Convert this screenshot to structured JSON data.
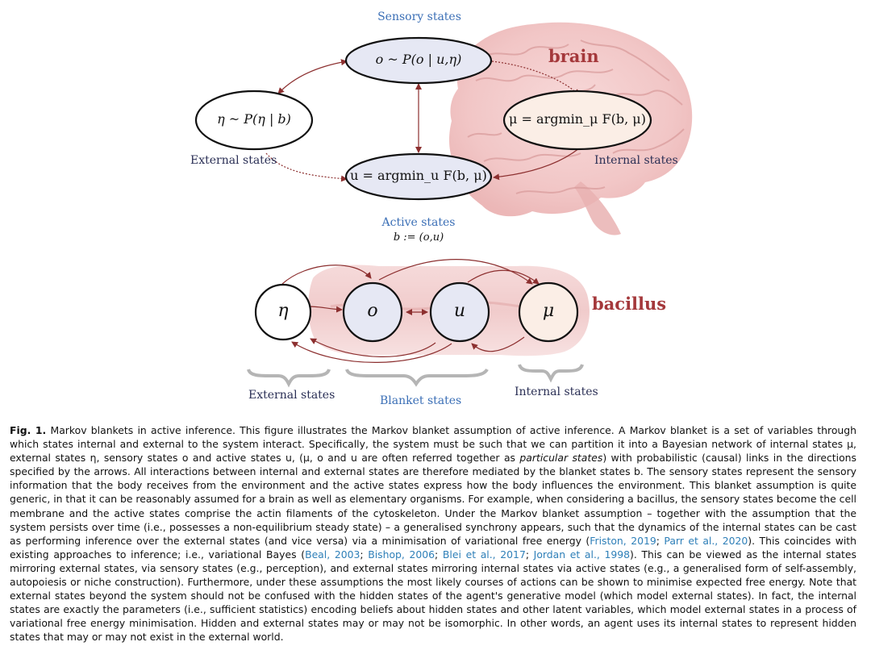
{
  "figure": {
    "top": {
      "sensory_label": "Sensory states",
      "brain_label": "brain",
      "external_label": "External states",
      "internal_label": "Internal states",
      "active_label": "Active states",
      "blanket_def": "b := (o,u)",
      "eq_sensory": "o ~ P(o | u,η)",
      "eq_external": "η ~ P(η | b)",
      "eq_internal": "μ = argmin_μ F(b, μ)",
      "eq_active": "u = argmin_u F(b, μ)"
    },
    "bottom": {
      "bacillus_label": "bacillus",
      "node_eta": "η",
      "node_o": "o",
      "node_u": "u",
      "node_mu": "μ",
      "external_label": "External states",
      "blanket_label": "Blanket states",
      "internal_label": "Internal states"
    },
    "colors": {
      "brain_pink": "#f2c6c6",
      "arrow_red": "#8c2f2f",
      "blanket_fill": "#e8e8f5",
      "internal_fill": "#fbeee6",
      "label_blue": "#3b6fb6",
      "citation_blue": "#2e7fb8"
    }
  },
  "caption": {
    "label": "Fig. 1.",
    "title": "Markov blankets in active inference.",
    "s1": "This figure illustrates the Markov blanket assumption of active inference. A Markov blanket is a set of variables through which states internal and external to the system interact. Specifically, the system must be such that we can partition it into a Bayesian network of internal states μ, external states η, sensory states o and active states u, (μ, o and u are often referred together as ",
    "s1_italic": "particular states",
    "s2": ") with probabilistic (causal) links in the directions specified by the arrows. All interactions between internal and external states are therefore mediated by the blanket states b. The sensory states represent the sensory information that the body receives from the environment and the active states express how the body influences the environment. This blanket assumption is quite generic, in that it can be reasonably assumed for a brain as well as elementary organisms. For example, when considering a bacillus, the sensory states become the cell membrane and the active states comprise the actin filaments of the cytoskeleton. Under the Markov blanket assumption – together with the assumption that the system persists over time (i.e., possesses a non-equilibrium steady state) – a generalised synchrony appears, such that the dynamics of the internal states can be cast as performing inference over the external states (and vice versa) via a minimisation of variational free energy (",
    "cite1": "Friston, 2019",
    "sep1": "; ",
    "cite2": "Parr et al., 2020",
    "s3": "). This coincides with existing approaches to inference; i.e., variational Bayes (",
    "cite3": "Beal, 2003",
    "sep2": "; ",
    "cite4": "Bishop, 2006",
    "sep3": "; ",
    "cite5": "Blei et al., 2017",
    "sep4": "; ",
    "cite6": "Jordan et al., 1998",
    "s4": "). This can be viewed as the internal states mirroring external states, via sensory states (e.g., perception), and external states mirroring internal states via active states (e.g., a generalised form of self-assembly, autopoiesis or niche construction). Furthermore, under these assumptions the most likely courses of actions can be shown to minimise expected free energy. Note that external states beyond the system should not be confused with the hidden states of the agent's generative model (which model external states). In fact, the internal states are exactly the parameters (i.e., sufficient statistics) encoding beliefs about hidden states and other latent variables, which model external states in a process of variational free energy minimisation. Hidden and external states may or may not be isomorphic. In other words, an agent uses its internal states to represent hidden states that may or may not exist in the external world."
  }
}
